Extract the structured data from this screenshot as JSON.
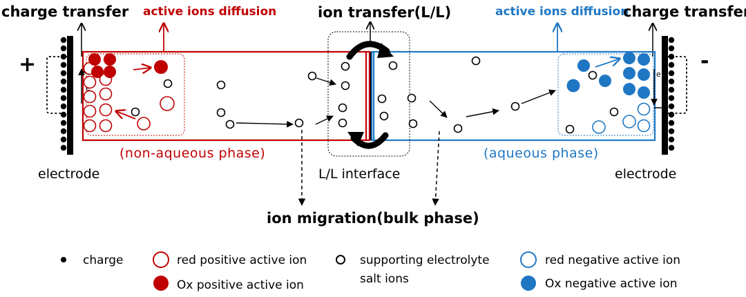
{
  "labels": {
    "charge_transfer_left": "charge transfer",
    "charge_transfer_right": "charge transfer",
    "diffusion_left": "active ions diffusion",
    "diffusion_right": "active ions diffusion",
    "ion_transfer": "ion transfer(L/L)",
    "non_aqueous": "(non-aqueous phase)",
    "aqueous": "(aqueous phase)",
    "electrode_left": "electrode",
    "electrode_right": "electrode",
    "interface": "L/L interface",
    "migration": "ion migration(bulk phase)",
    "plus": "+",
    "minus": "-",
    "e_left": "e",
    "e_right": "e"
  },
  "legend": {
    "charge": "charge",
    "red_positive": "red positive active ion",
    "ox_positive": "Ox positive active ion",
    "supporting_line1": "supporting electrolyte",
    "supporting_line2": "salt ions",
    "red_negative": "red negative active ion",
    "ox_negative": "Ox negative active ion"
  },
  "colors": {
    "red": "#c00000",
    "blue": "#1f77c4",
    "black": "#000000"
  }
}
